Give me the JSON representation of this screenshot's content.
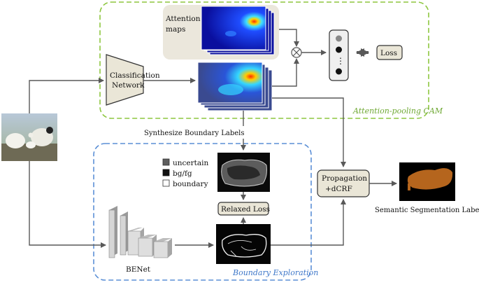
{
  "attention_label_line1": "Attention",
  "attention_label_line2": "maps",
  "classification_line1": "Classification",
  "classification_line2": "Network",
  "loss_label": "Loss",
  "region_cam_label": "Attention-pooling CAM",
  "synth_label": "Synthesize Boundary Labels",
  "legend_uncertain": "uncertain",
  "legend_bgfg": "bg/fg",
  "legend_boundary": "boundary",
  "relaxed_loss_label": "Relaxed Loss",
  "propagation_line1": "Propagation",
  "propagation_line2": "+dCRF",
  "semantic_label": "Semantic Segmentation Labels",
  "benet_label": "BENet",
  "region_boundary_label": "Boundary Exploration",
  "operator_symbol": "⊗",
  "ellipsis": "⋮",
  "colors": {
    "cam_region": "#8dc63f",
    "boundary_region": "#5b8fd6",
    "arrow": "#595959",
    "seg_mask": "#b5651d"
  }
}
